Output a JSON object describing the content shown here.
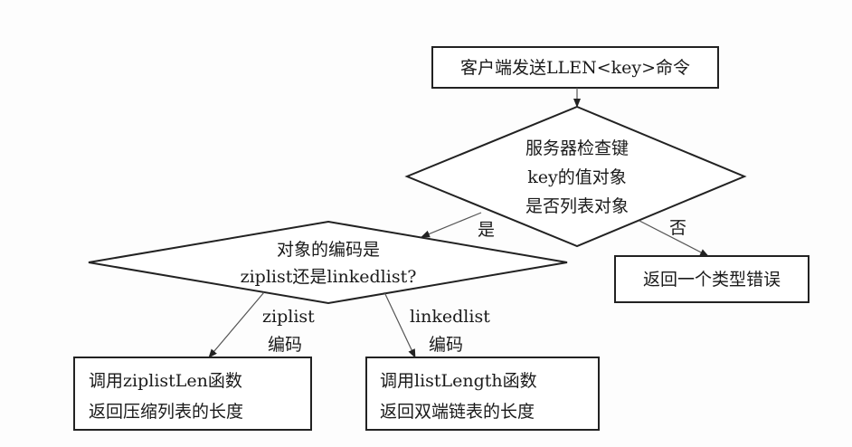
{
  "nodes": {
    "start": "客户端发送LLEN<key>命令",
    "check_type": [
      "服务器检查键",
      "key的值对象",
      "是否列表对象"
    ],
    "check_encoding": [
      "对象的编码是",
      "ziplist还是linkedlist?"
    ],
    "type_error": "返回一个类型错误",
    "ziplist_result": [
      "调用ziplistLen函数",
      "返回压缩列表的长度"
    ],
    "linkedlist_result": [
      "调用listLength函数",
      "返回双端链表的长度"
    ]
  },
  "edges": {
    "yes": "是",
    "no": "否",
    "ziplist": [
      "ziplist",
      "编码"
    ],
    "linkedlist": [
      "linkedlist",
      "编码"
    ]
  }
}
